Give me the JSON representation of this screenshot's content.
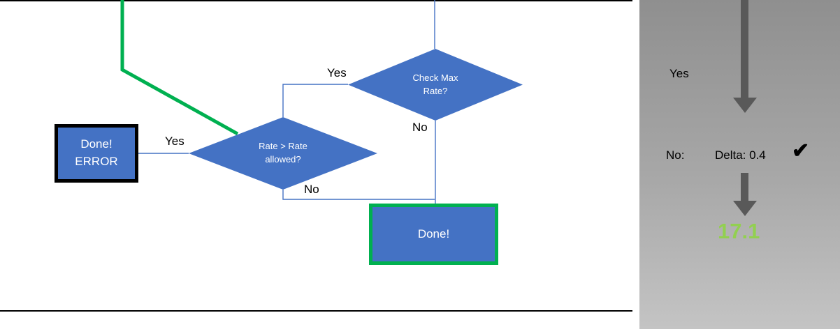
{
  "colors": {
    "shape_blue": "#4472C4",
    "flow_green": "#00B050",
    "connector_blue": "#4472C4",
    "arrow_gray": "#595959",
    "result_green": "#92D050",
    "panel_gray_top": "#8f8f8f",
    "panel_gray_bottom": "#c4c4c4"
  },
  "flowchart": {
    "check_max_decision": {
      "line1": "Check Max",
      "line2": "Rate?"
    },
    "check_max_yes_label": "Yes",
    "check_max_no_label": "No",
    "rate_allowed_decision": {
      "line1": "Rate > Rate",
      "line2": "allowed?"
    },
    "rate_allowed_yes_label": "Yes",
    "rate_allowed_no_label": "No",
    "done_error_box": {
      "line1": "Done!",
      "line2": "ERROR"
    },
    "done_box": {
      "label": "Done!"
    }
  },
  "side_panel": {
    "yes_label": "Yes",
    "no_label": "No:",
    "delta_value": "Delta: 0.4",
    "checkmark": "✔",
    "result_value": "17.1"
  }
}
